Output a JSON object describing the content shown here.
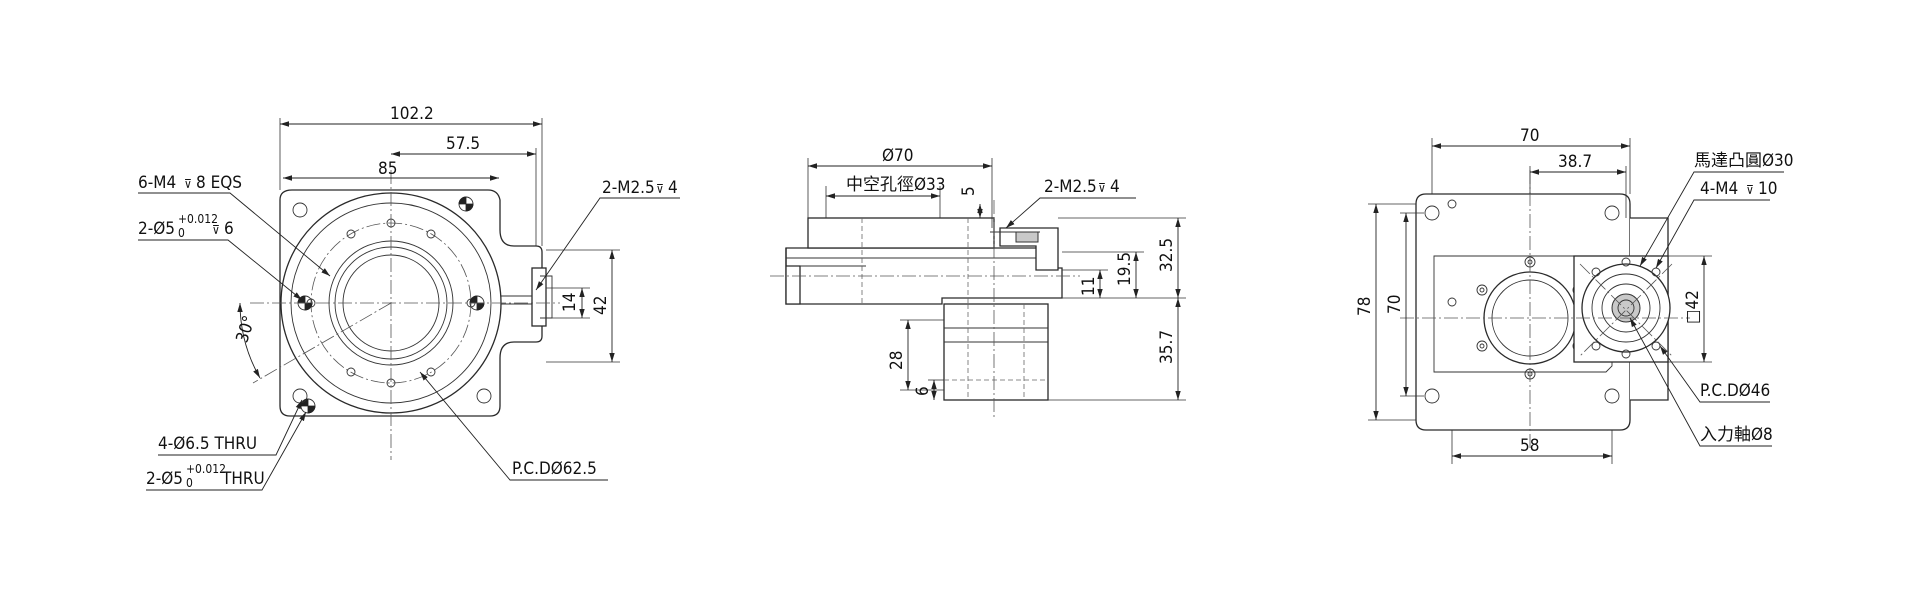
{
  "views": {
    "top": {
      "dim_overall_width": "102.2",
      "dim_offset_width": "57.5",
      "dim_pcd_width": "85",
      "dim_height_outer": "42",
      "dim_height_inner": "14",
      "angle": "30°",
      "label_tap_holes": "6-M4",
      "label_tap_holes_depth": "8 EQS",
      "label_pin_holes_top_prefix": "2-Ø5",
      "label_pin_holes_top_tol_upper": "+0.012",
      "label_pin_holes_top_tol_lower": "0",
      "label_pin_holes_top_depth": "6",
      "label_side_tap": "2-M2.5",
      "label_side_tap_depth": "4",
      "label_thru_holes": "4-Ø6.5 THRU",
      "label_pin_holes_bottom_prefix": "2-Ø5",
      "label_pin_holes_bottom_tol_upper": "+0.012",
      "label_pin_holes_bottom_tol_lower": "0",
      "label_pin_holes_bottom_suffix": "THRU",
      "label_pcd": "P.C.DØ62.5"
    },
    "side": {
      "dim_diameter": "Ø70",
      "dim_hollow": "中空孔徑Ø33",
      "dim_5": "5",
      "label_side_tap": "2-M2.5",
      "label_side_tap_depth": "4",
      "dim_32_5": "32.5",
      "dim_19_5": "19.5",
      "dim_11": "11",
      "dim_35_7": "35.7",
      "dim_28": "28",
      "dim_6": "6"
    },
    "bottom": {
      "dim_70_top": "70",
      "dim_38_7": "38.7",
      "dim_78": "78",
      "dim_70_side": "70",
      "dim_58": "58",
      "label_motor_boss": "馬達凸圓Ø30",
      "label_motor_tap": "4-M4",
      "label_motor_tap_depth": "10",
      "dim_square_42": "□42",
      "label_pcd": "P.C.DØ46",
      "label_input_shaft": "入力軸Ø8"
    }
  }
}
